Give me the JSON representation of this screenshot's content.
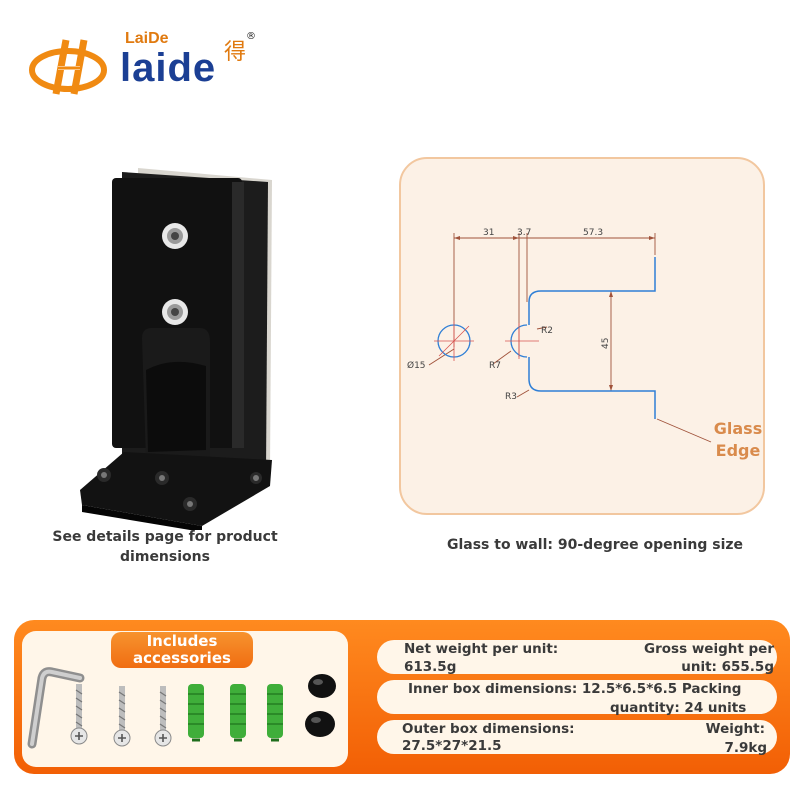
{
  "logo": {
    "brand_small": "LaiDe",
    "brand_big": "laide",
    "brand_cjk": "得",
    "registered": "®"
  },
  "product": {
    "caption_line1": "See details page for product",
    "caption_line2": "dimensions"
  },
  "drawing": {
    "caption": "Glass to wall: 90-degree opening size",
    "dims": {
      "d1": "31",
      "d2": "3.7",
      "d3": "57.3",
      "h": "45",
      "dia": "Ø15",
      "r2": "R2",
      "r7": "R7",
      "r3": "R3"
    },
    "glass_edge_line1": "Glass",
    "glass_edge_line2": "Edge"
  },
  "accessories": {
    "title_line1": "Includes",
    "title_line2": "accessories"
  },
  "specs": {
    "net_label": "Net weight per unit:",
    "net_value": "613.5g",
    "gross_label": "Gross weight per",
    "gross_value": "unit: 655.5g",
    "inner_line1": "Inner box dimensions: 12.5*6.5*6.5 Packing",
    "inner_line2": "quantity: 24 units",
    "outer_label": "Outer box dimensions:",
    "outer_value": "27.5*27*21.5",
    "weight_label": "Weight:",
    "weight_value": "7.9kg"
  },
  "colors": {
    "brand_orange": "#e07a10",
    "brand_blue": "#1b3f94",
    "banner_orange": "#f56a0c",
    "drawing_blue": "#2f7fd6",
    "drawing_dim": "#a0523a"
  }
}
